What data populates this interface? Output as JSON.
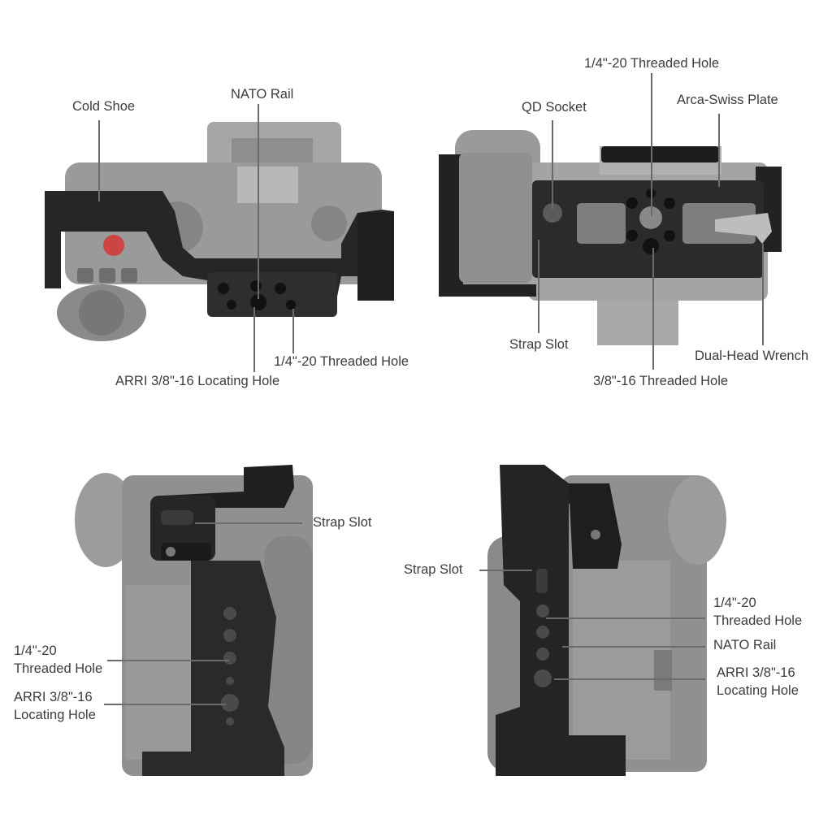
{
  "colors": {
    "background": "#ffffff",
    "camera_gray": "#8c8c8c",
    "cage_black": "#2a2a2a",
    "label_text": "#3c3c3c",
    "leader_line": "#6b6b6b"
  },
  "top_left": {
    "cold_shoe": "Cold Shoe",
    "nato_rail": "NATO Rail",
    "threaded_hole": "1/4\"-20 Threaded Hole",
    "arri_hole": "ARRI 3/8\"-16 Locating Hole"
  },
  "top_right": {
    "threaded_hole": "1/4\"-20 Threaded Hole",
    "qd_socket": "QD Socket",
    "arca_plate": "Arca-Swiss Plate",
    "strap_slot": "Strap Slot",
    "wrench": "Dual-Head Wrench",
    "threaded_hole_38": "3/8\"-16 Threaded Hole"
  },
  "bottom_left": {
    "strap_slot": "Strap Slot",
    "threaded_line1": "1/4\"-20",
    "threaded_line2": "Threaded Hole",
    "arri_line1": "ARRI 3/8\"-16",
    "arri_line2": "Locating Hole"
  },
  "bottom_right": {
    "strap_slot": "Strap Slot",
    "threaded_line1": "1/4\"-20",
    "threaded_line2": "Threaded Hole",
    "nato_rail": "NATO Rail",
    "arri_line1": "ARRI 3/8\"-16",
    "arri_line2": "Locating Hole"
  }
}
